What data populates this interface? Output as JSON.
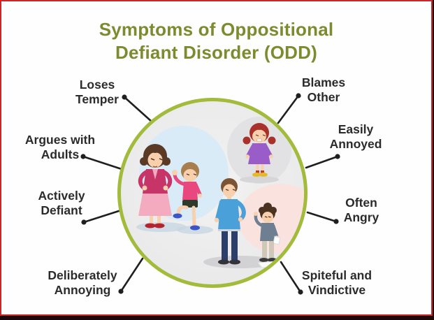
{
  "title": {
    "line1": "Symptoms of Oppositional",
    "line2": "Defiant Disorder (ODD)"
  },
  "symptoms": {
    "left": [
      {
        "line1": "Loses",
        "line2": "Temper"
      },
      {
        "line1": "Argues with",
        "line2": "Adults"
      },
      {
        "line1": "Actively",
        "line2": "Defiant"
      },
      {
        "line1": "Deliberately",
        "line2": "Annoying"
      }
    ],
    "right": [
      {
        "line1": "Blames",
        "line2": "Other"
      },
      {
        "line1": "Easily",
        "line2": "Annoyed"
      },
      {
        "line1": "Often",
        "line2": "Angry"
      },
      {
        "line1": "Spiteful and",
        "line2": "Vindictive"
      }
    ]
  },
  "illustration": {
    "scenes": [
      "mother-scolding-defiant-boy",
      "angry-girl-with-pigtails",
      "father-with-pointing-boy"
    ]
  },
  "colors": {
    "title_text": "#7d8b2f",
    "frame_border": "#c9252b",
    "circle_border": "#a2bb3b",
    "circle_fill": "#ededed",
    "label_text": "#2b2b2b",
    "connector_line": "#1f1f1f"
  }
}
